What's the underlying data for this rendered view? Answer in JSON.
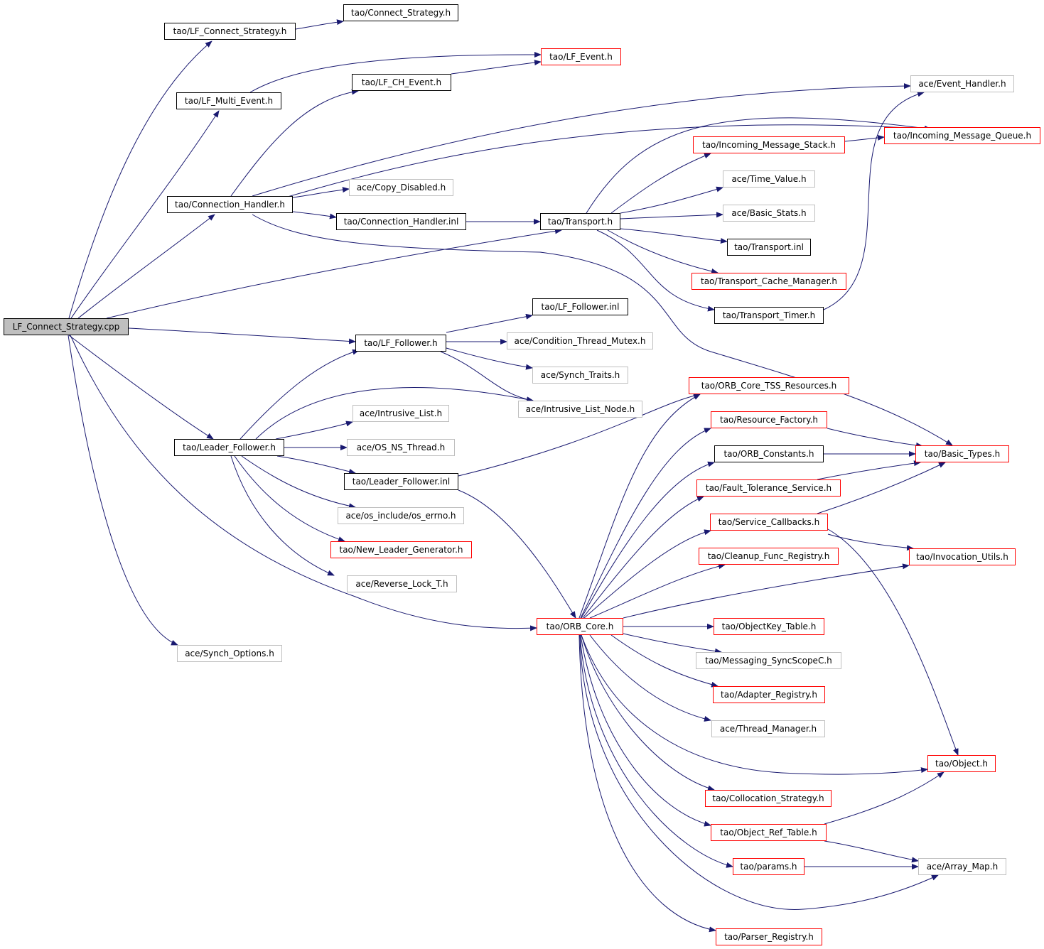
{
  "colors": {
    "edge": "#191970",
    "border_documented": "#000000",
    "border_truncated": "#ff0000",
    "border_external": "#bfbfbf",
    "root_fill": "#bfbfbf"
  },
  "nodes": {
    "root": "LF_Connect_Strategy.cpp",
    "lf_connect_strategy_h": "tao/LF_Connect_Strategy.h",
    "connect_strategy_h": "tao/Connect_Strategy.h",
    "lf_event_h": "tao/LF_Event.h",
    "lf_multi_event_h": "tao/LF_Multi_Event.h",
    "lf_ch_event_h": "tao/LF_CH_Event.h",
    "event_handler_h": "ace/Event_Handler.h",
    "incoming_message_queue_h": "tao/Incoming_Message_Queue.h",
    "incoming_message_stack_h": "tao/Incoming_Message_Stack.h",
    "copy_disabled_h": "ace/Copy_Disabled.h",
    "time_value_h": "ace/Time_Value.h",
    "connection_handler_h": "tao/Connection_Handler.h",
    "connection_handler_inl": "tao/Connection_Handler.inl",
    "transport_h": "tao/Transport.h",
    "basic_stats_h": "ace/Basic_Stats.h",
    "transport_inl": "tao/Transport.inl",
    "transport_cache_manager_h": "tao/Transport_Cache_Manager.h",
    "transport_timer_h": "tao/Transport_Timer.h",
    "lf_follower_inl": "tao/LF_Follower.inl",
    "lf_follower_h": "tao/LF_Follower.h",
    "condition_thread_mutex_h": "ace/Condition_Thread_Mutex.h",
    "synch_traits_h": "ace/Synch_Traits.h",
    "orb_core_tss_resources_h": "tao/ORB_Core_TSS_Resources.h",
    "intrusive_list_node_h": "ace/Intrusive_List_Node.h",
    "intrusive_list_h": "ace/Intrusive_List.h",
    "resource_factory_h": "tao/Resource_Factory.h",
    "leader_follower_h": "tao/Leader_Follower.h",
    "os_ns_thread_h": "ace/OS_NS_Thread.h",
    "orb_constants_h": "tao/ORB_Constants.h",
    "basic_types_h": "tao/Basic_Types.h",
    "leader_follower_inl": "tao/Leader_Follower.inl",
    "fault_tolerance_service_h": "tao/Fault_Tolerance_Service.h",
    "os_errno_h": "ace/os_include/os_errno.h",
    "service_callbacks_h": "tao/Service_Callbacks.h",
    "new_leader_generator_h": "tao/New_Leader_Generator.h",
    "cleanup_func_registry_h": "tao/Cleanup_Func_Registry.h",
    "invocation_utils_h": "tao/Invocation_Utils.h",
    "reverse_lock_t_h": "ace/Reverse_Lock_T.h",
    "orb_core_h": "tao/ORB_Core.h",
    "objectkey_table_h": "tao/ObjectKey_Table.h",
    "synch_options_h": "ace/Synch_Options.h",
    "messaging_syncscopec_h": "tao/Messaging_SyncScopeC.h",
    "adapter_registry_h": "tao/Adapter_Registry.h",
    "thread_manager_h": "ace/Thread_Manager.h",
    "object_h": "tao/Object.h",
    "collocation_strategy_h": "tao/Collocation_Strategy.h",
    "object_ref_table_h": "tao/Object_Ref_Table.h",
    "params_h": "tao/params.h",
    "array_map_h": "ace/Array_Map.h",
    "parser_registry_h": "tao/Parser_Registry.h"
  }
}
